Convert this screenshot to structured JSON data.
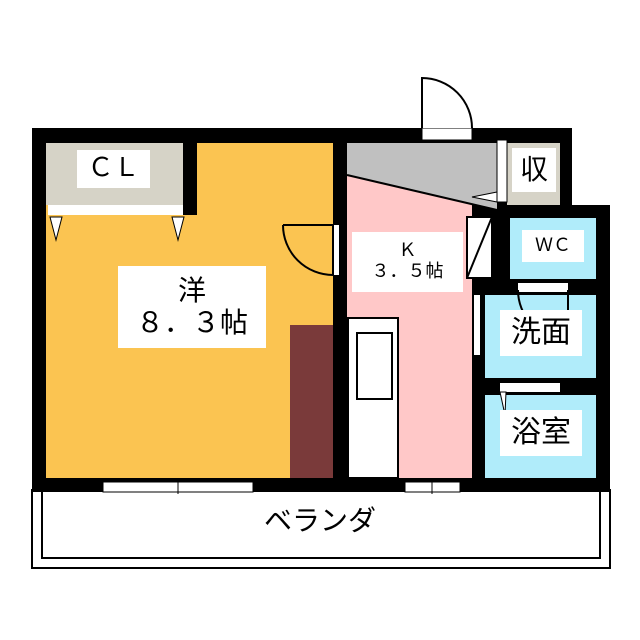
{
  "rooms": {
    "closet": {
      "label": "ＣＬ"
    },
    "western": {
      "name": "洋",
      "size": "８．３帖"
    },
    "kitchen": {
      "name": "Ｋ",
      "size": "３．５帖"
    },
    "storage": {
      "label": "収"
    },
    "wc": {
      "label": "ＷＣ"
    },
    "washroom": {
      "label": "洗面"
    },
    "bathroom": {
      "label": "浴室"
    },
    "balcony": {
      "label": "ベランダ"
    }
  },
  "colors": {
    "western": "#FBC451",
    "kitchen": "#FFC8C8",
    "wet_rooms": "#B0ECFA",
    "closet": "#D6D3C7",
    "entrance": "#C0C0C0",
    "furniture": "#7A3A3A",
    "wall": "#000000"
  }
}
